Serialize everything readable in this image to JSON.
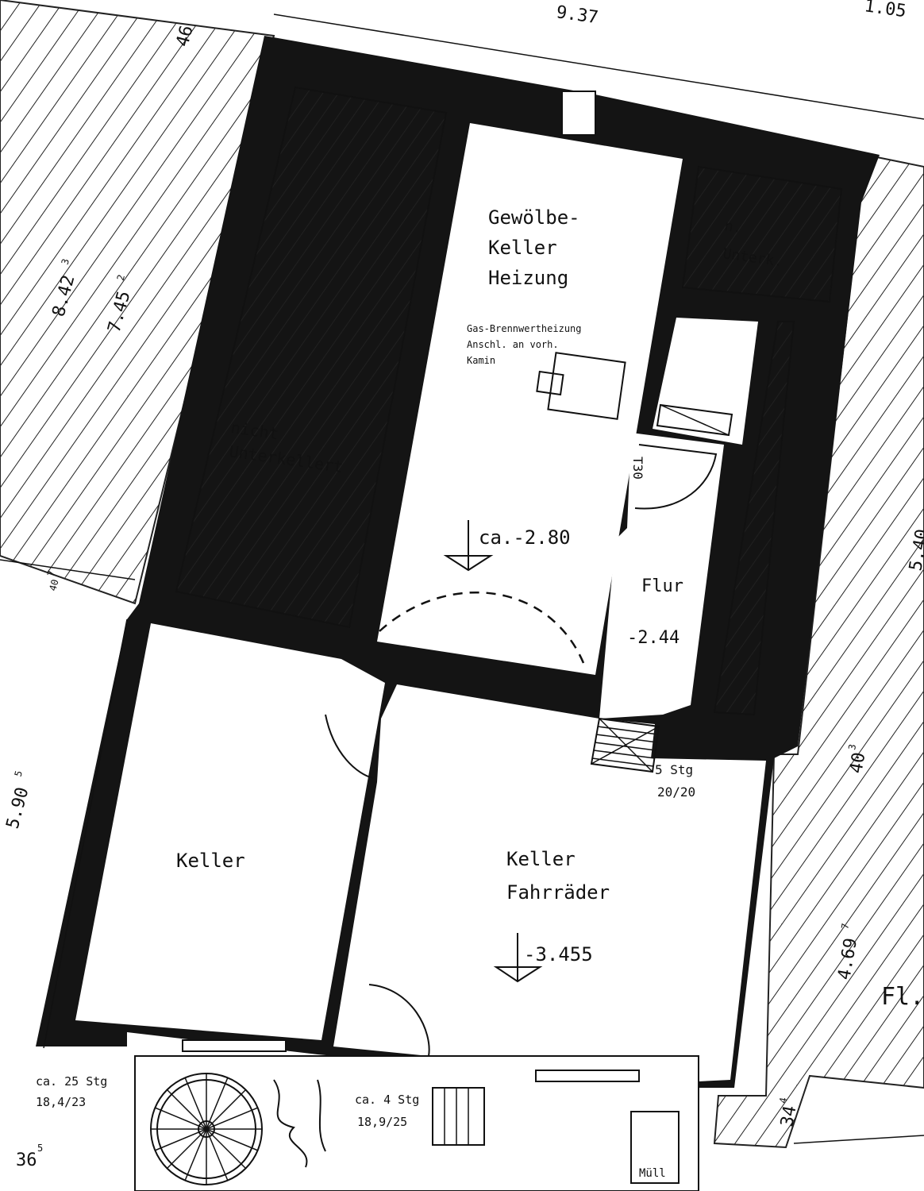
{
  "dimensions": {
    "top_width": "9.37",
    "top_right": "1.05",
    "left_46": "46",
    "left_8423": "8.42",
    "left_8423_sup": "3",
    "left_7452": "7.45",
    "left_7452_sup": "2",
    "left_407": "40",
    "left_407_sup": "7",
    "left_5905": "5.90",
    "left_5905_sup": "5",
    "bottom_365": "36",
    "bottom_365_sup": "5",
    "right_540": "5.40",
    "right_403": "40",
    "right_403_sup": "3",
    "right_4697": "4.69",
    "right_4697_sup": "7",
    "right_344": "34",
    "right_344_sup": "4",
    "right_fl": "Fl."
  },
  "rooms": {
    "gewoelbe_line1": "Gewölbe-",
    "gewoelbe_line2": "Keller",
    "gewoelbe_line3": "Heizung",
    "heating_note_line1": "Gas-Brennwertheizung",
    "heating_note_line2": "Anschl. an vorh.",
    "heating_note_line3": "Kamin",
    "level_gewoelbe": "ca.-2.80",
    "nicht_line1": "nicht",
    "nicht_line2": "Unterkellert",
    "n_unterk_line1": "n.",
    "n_unterk_line2": "Unterk.",
    "door_rating": "T30",
    "flur": "Flur",
    "flur_level": "-2.44",
    "stairs_inner_line1": "5 Stg",
    "stairs_inner_line2": "20/20",
    "keller": "Keller",
    "keller_fahrraeder_line1": "Keller",
    "keller_fahrraeder_line2": "Fahrräder",
    "level_keller": "-3.455",
    "stairs_outer_left_line1": "ca. 25 Stg",
    "stairs_outer_left_line2": "18,4/23",
    "stairs_outer_mid_line1": "ca. 4 Stg",
    "stairs_outer_mid_line2": "18,9/25",
    "muell": "Müll"
  },
  "colors": {
    "ink": "#141414",
    "paper": "#ffffff"
  }
}
